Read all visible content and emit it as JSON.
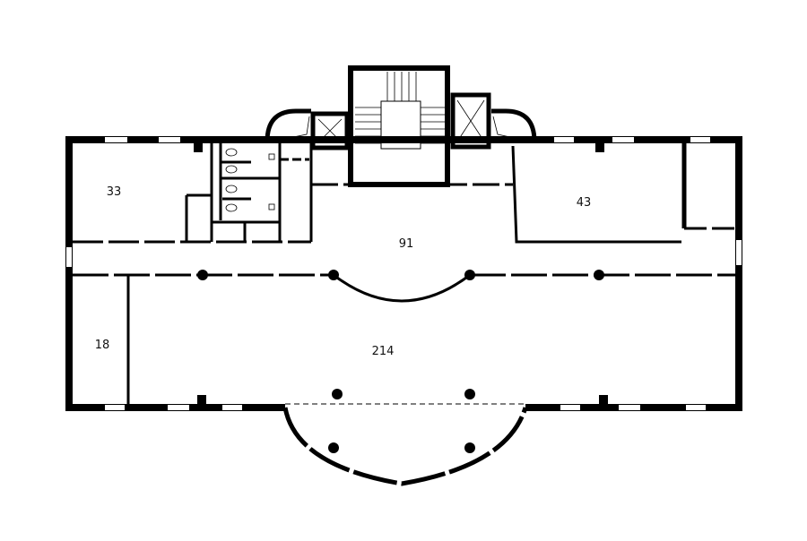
{
  "plan": {
    "wall_color": "#000000",
    "background": "#ffffff",
    "rooms": [
      {
        "id": "room-33",
        "label": "33"
      },
      {
        "id": "room-43",
        "label": "43"
      },
      {
        "id": "room-91",
        "label": "91"
      },
      {
        "id": "room-18",
        "label": "18"
      },
      {
        "id": "room-214",
        "label": "214"
      }
    ]
  }
}
